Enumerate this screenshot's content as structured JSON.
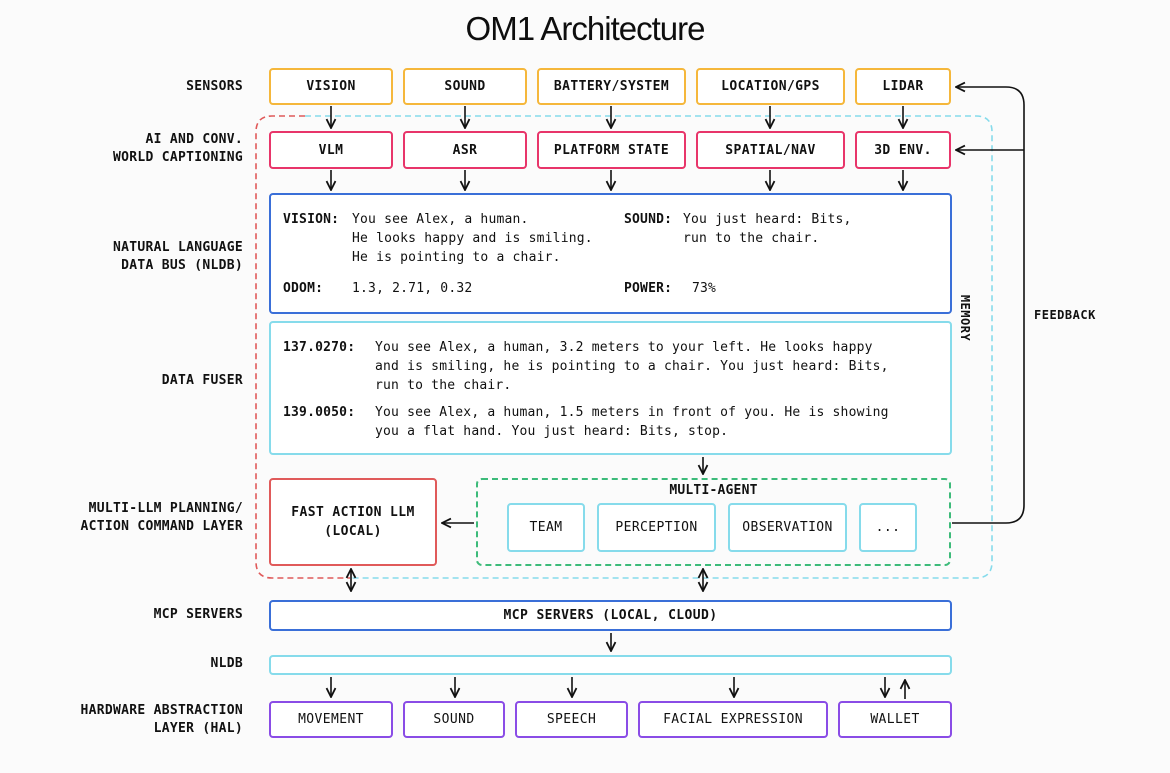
{
  "title": "OM1 Architecture",
  "colors": {
    "sensor_border": "#f5b73b",
    "caption_border": "#e8356a",
    "nldb_border": "#3a6fd8",
    "fuser_border": "#86dbeb",
    "agent_border": "#86dbeb",
    "multiagent_border": "#3dbb7a",
    "hal_border": "#8a4ce6",
    "memory_red": "#e05a5a",
    "memory_cyan": "#86dbeb"
  },
  "layers": {
    "sensors": "SENSORS",
    "ai_captioning": "AI AND CONV.\nWORLD CAPTIONING",
    "nldb_bus": "NATURAL LANGUAGE\nDATA BUS (NLDB)",
    "data_fuser": "DATA FUSER",
    "planning": "MULTI-LLM PLANNING/\nACTION COMMAND LAYER",
    "mcp": "MCP SERVERS",
    "nldb": "NLDB",
    "hal": "HARDWARE ABSTRACTION\nLAYER (HAL)"
  },
  "sensors": [
    "VISION",
    "SOUND",
    "BATTERY/SYSTEM",
    "LOCATION/GPS",
    "LIDAR"
  ],
  "captioning": [
    "VLM",
    "ASR",
    "PLATFORM STATE",
    "SPATIAL/NAV",
    "3D ENV."
  ],
  "nldb_bus": {
    "vision_key": "VISION:",
    "vision_lines": [
      "You see Alex, a human.",
      "He looks happy and is smiling.",
      "He is pointing to a chair."
    ],
    "sound_key": "SOUND:",
    "sound_lines": [
      "You just heard: Bits,",
      "run to the chair."
    ],
    "odom_key": "ODOM:",
    "odom_value": "1.3, 2.71, 0.32",
    "power_key": "POWER:",
    "power_value": "73%"
  },
  "fuser": {
    "entries": [
      {
        "time": "137.0270:",
        "lines": [
          "You see Alex, a human, 3.2 meters to your left. He looks happy",
          "and is smiling, he is pointing to a chair. You just heard: Bits,",
          "run to the chair."
        ]
      },
      {
        "time": "139.0050:",
        "lines": [
          "You see Alex, a human, 1.5 meters in front of you. He is showing",
          "you a flat hand. You just heard: Bits, stop."
        ]
      }
    ]
  },
  "fast_action": "FAST ACTION LLM\n(LOCAL)",
  "multi_agent": {
    "title": "MULTI-AGENT",
    "agents": [
      "TEAM",
      "PERCEPTION",
      "OBSERVATION",
      "..."
    ]
  },
  "memory_label": "MEMORY",
  "feedback_label": "FEEDBACK",
  "mcp_box": "MCP SERVERS (LOCAL, CLOUD)",
  "hal": [
    "MOVEMENT",
    "SOUND",
    "SPEECH",
    "FACIAL EXPRESSION",
    "WALLET"
  ]
}
